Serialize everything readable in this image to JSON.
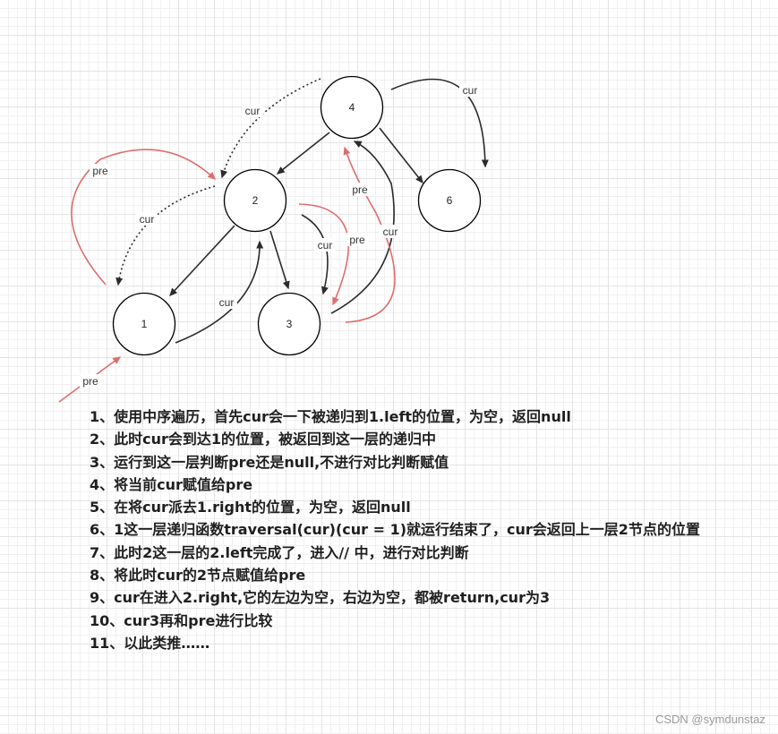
{
  "diagram": {
    "nodes": [
      {
        "id": "n4",
        "label": "4"
      },
      {
        "id": "n2",
        "label": "2"
      },
      {
        "id": "n6",
        "label": "6"
      },
      {
        "id": "n1",
        "label": "1"
      },
      {
        "id": "n3",
        "label": "3"
      }
    ],
    "edge_labels": {
      "cur_4_to_2_dotted": "cur",
      "cur_4_to_6": "cur",
      "pre_1_to_2": "pre",
      "cur_2_to_1_dotted": "cur",
      "cur_2_to_3": "cur",
      "pre_2_to_3": "pre",
      "pre_3_to_4": "pre",
      "cur_3_to_4": "cur",
      "cur_1_to_2": "cur",
      "pre_start": "pre"
    },
    "colors": {
      "black_arrow": "#2b2b2b",
      "pre_arrow": "#e06c6c",
      "dotted_arrow": "#2b2b2b"
    }
  },
  "notes": [
    "1、使用中序遍历，首先cur会一下被递归到1.left的位置，为空，返回null",
    "2、此时cur会到达1的位置，被返回到这一层的递归中",
    "3、运行到这一层判断pre还是null,不进行对比判断赋值",
    "4、将当前cur赋值给pre",
    "5、在将cur派去1.right的位置，为空，返回null",
    "6、1这一层递归函数traversal(cur)(cur = 1)就运行结束了，cur会返回上一层2节点的位置",
    "7、此时2这一层的2.left完成了，进入// 中，进行对比判断",
    "8、将此时cur的2节点赋值给pre",
    "9、cur在进入2.right,它的左边为空，右边为空，都被return,cur为3",
    "10、cur3再和pre进行比较",
    "11、以此类推……"
  ],
  "watermark": "CSDN @symdunstaz"
}
